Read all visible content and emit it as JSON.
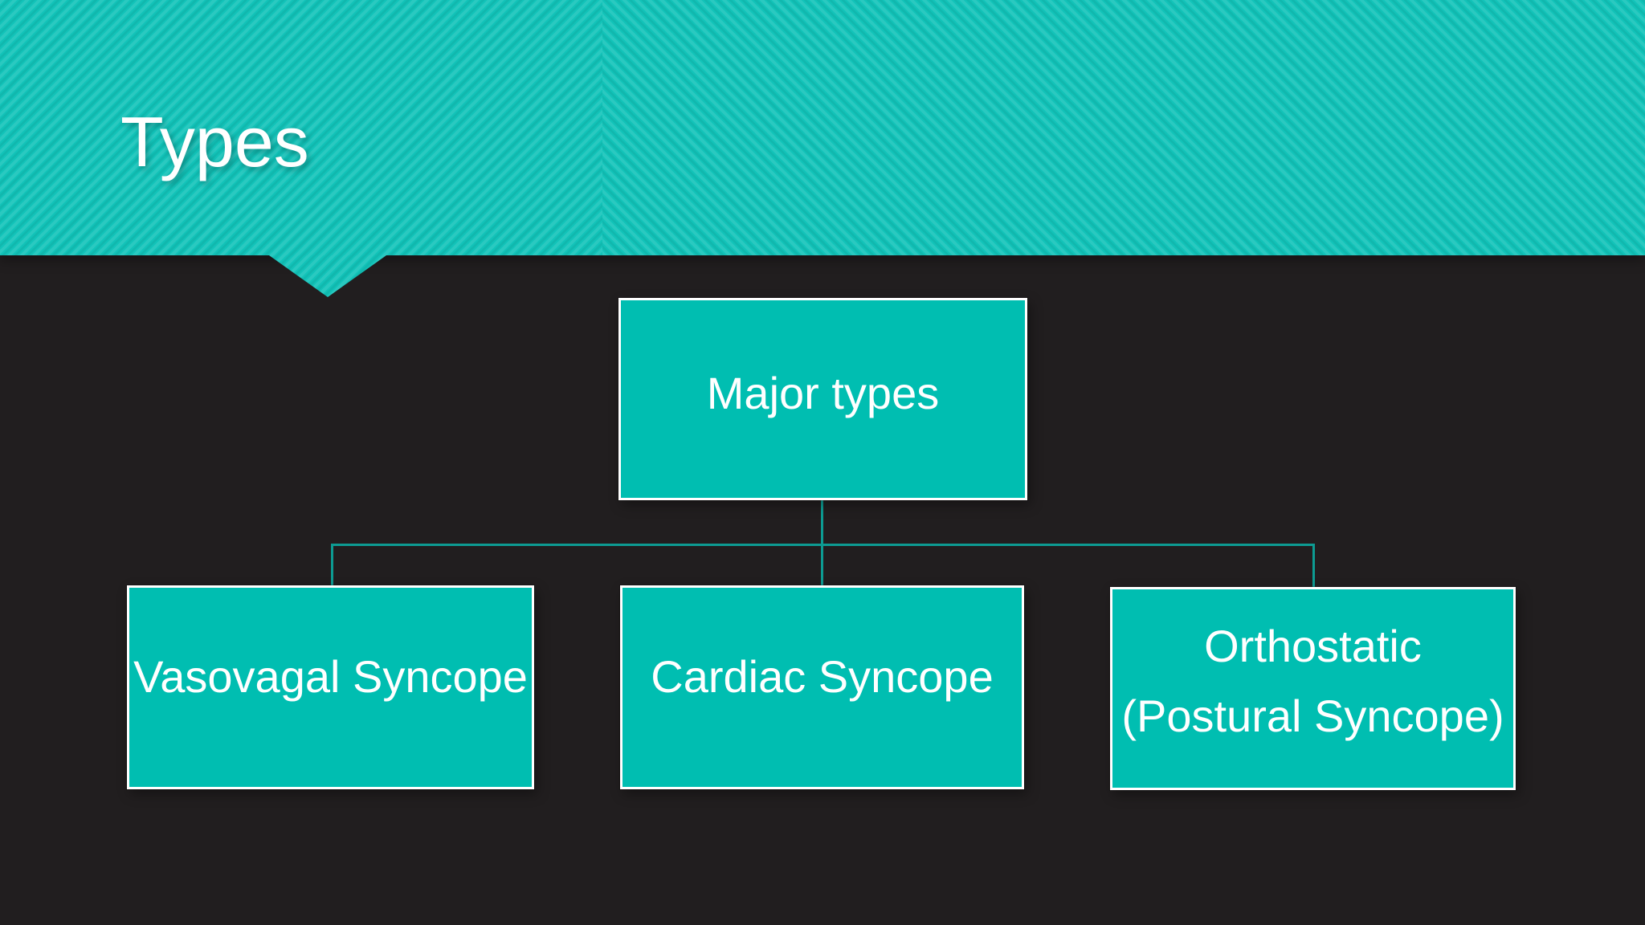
{
  "slide": {
    "title": "Types"
  },
  "diagram": {
    "root": {
      "label": "Major types"
    },
    "children": [
      {
        "label": "Vasovagal Syncope"
      },
      {
        "label": "Cardiac Syncope"
      },
      {
        "label": "Orthostatic",
        "label2": "(Postural Syncope)"
      }
    ]
  },
  "colors": {
    "banner_teal": "#12C3B9",
    "box_teal": "#00BEB1",
    "connector_teal": "#0D9B92",
    "background_dark": "#211E1F",
    "text_white": "#FFFFFF"
  }
}
